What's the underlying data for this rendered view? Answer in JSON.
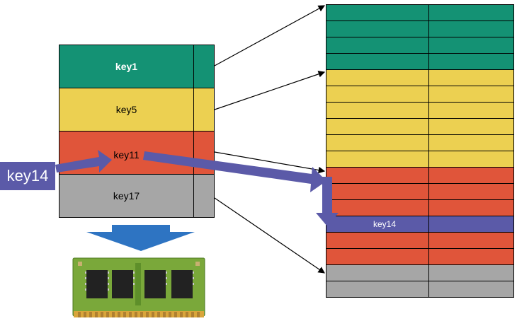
{
  "index_keys": [
    {
      "label": "key1",
      "color": "#149274",
      "bold": true
    },
    {
      "label": "key5",
      "color": "#ecd051",
      "bold": false
    },
    {
      "label": "key11",
      "color": "#e0553a",
      "bold": false
    },
    {
      "label": "key17",
      "color": "#a6a6a6",
      "bold": false
    }
  ],
  "search_key": "key14",
  "highlighted_row_label": "key14",
  "colors": {
    "green": "#149274",
    "yellow": "#ecd051",
    "red": "#e0553a",
    "gray": "#a6a6a6",
    "purple": "#5b5aa8",
    "blue": "#2e74c2"
  },
  "data_rows": [
    "green",
    "green",
    "green",
    "green",
    "yellow",
    "yellow",
    "yellow",
    "yellow",
    "yellow",
    "yellow",
    "red",
    "red",
    "red",
    "purple",
    "red",
    "red",
    "gray",
    "gray"
  ],
  "icons": {
    "memory": "ram-module-icon",
    "download": "down-arrow-icon"
  }
}
